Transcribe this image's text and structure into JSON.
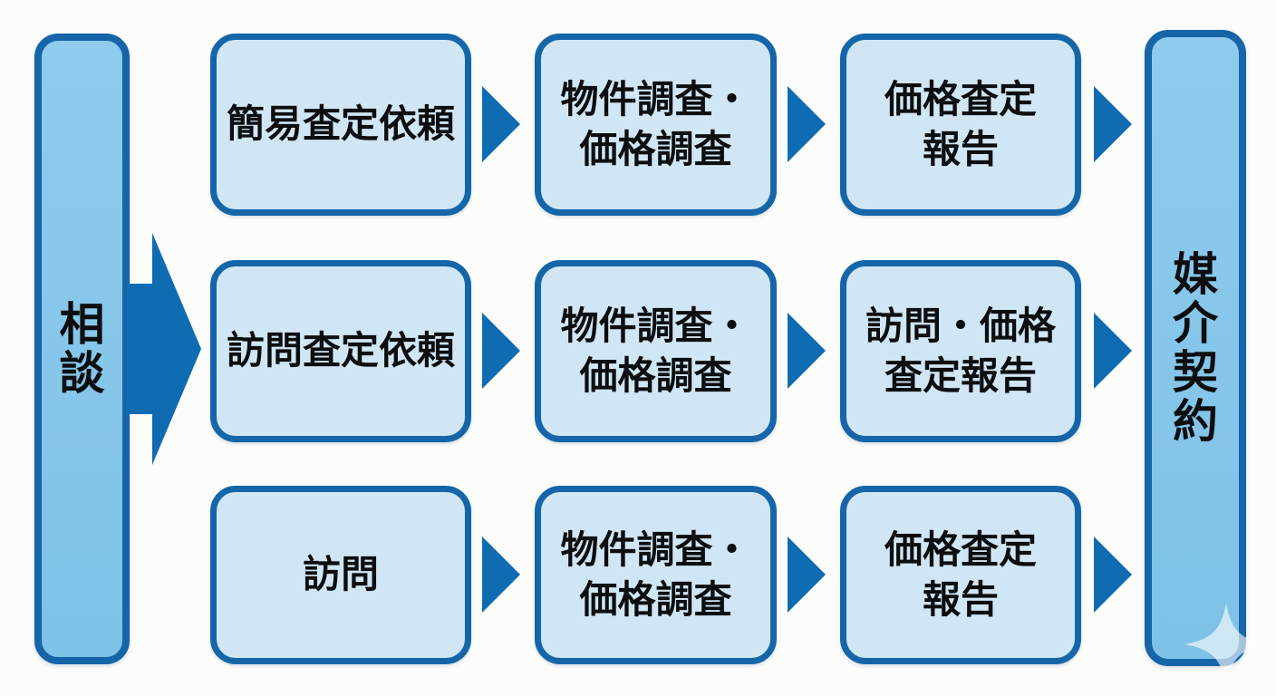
{
  "palette": {
    "background": "#fcfcfb",
    "bar_fill": "#7ec2e7",
    "bar_fill_light": "#8ecbec",
    "bar_border": "#1565a8",
    "box_fill": "#d1e6f4",
    "box_border": "#1566a9",
    "arrow": "#0f6bb2",
    "text": "#0c0e10"
  },
  "flow": {
    "start_label": "相談",
    "end_label": "媒介契約",
    "rows": [
      {
        "steps": [
          {
            "label": "簡易査定依頼"
          },
          {
            "label": "物件調査・\n価格調査"
          },
          {
            "label": "価格査定\n報告"
          }
        ]
      },
      {
        "steps": [
          {
            "label": "訪問査定依頼"
          },
          {
            "label": "物件調査・\n価格調査"
          },
          {
            "label": "訪問・価格\n査定報告"
          }
        ]
      },
      {
        "steps": [
          {
            "label": "訪問"
          },
          {
            "label": "物件調査・\n価格調査"
          },
          {
            "label": "価格査定\n報告"
          }
        ]
      }
    ]
  },
  "icons": {
    "connector": "right-triangle-arrow-icon",
    "start_connector": "big-right-arrow-icon",
    "decoration": "four-point-sparkle-icon"
  }
}
